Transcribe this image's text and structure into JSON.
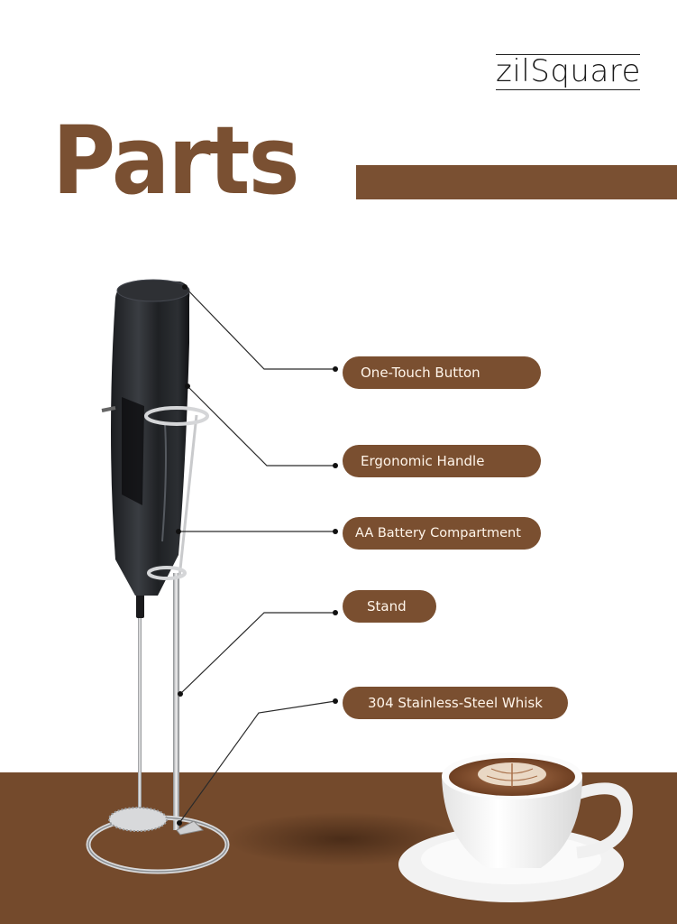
{
  "brand": {
    "name": "zilSquare"
  },
  "heading": {
    "title": "Parts"
  },
  "colors": {
    "accent_brown": "#7a5032",
    "table_brown": "#744a2c",
    "pill_brown": "#7a4f30",
    "pill_text": "#fff5ea"
  },
  "parts": [
    {
      "label": "One-Touch Button"
    },
    {
      "label": "Ergonomic Handle"
    },
    {
      "label": "AA Battery Compartment"
    },
    {
      "label": "Stand"
    },
    {
      "label": "304 Stainless-Steel Whisk"
    }
  ],
  "illustrations": {
    "product": "milk-frother-with-stand",
    "decor": "latte-cup-on-saucer"
  }
}
